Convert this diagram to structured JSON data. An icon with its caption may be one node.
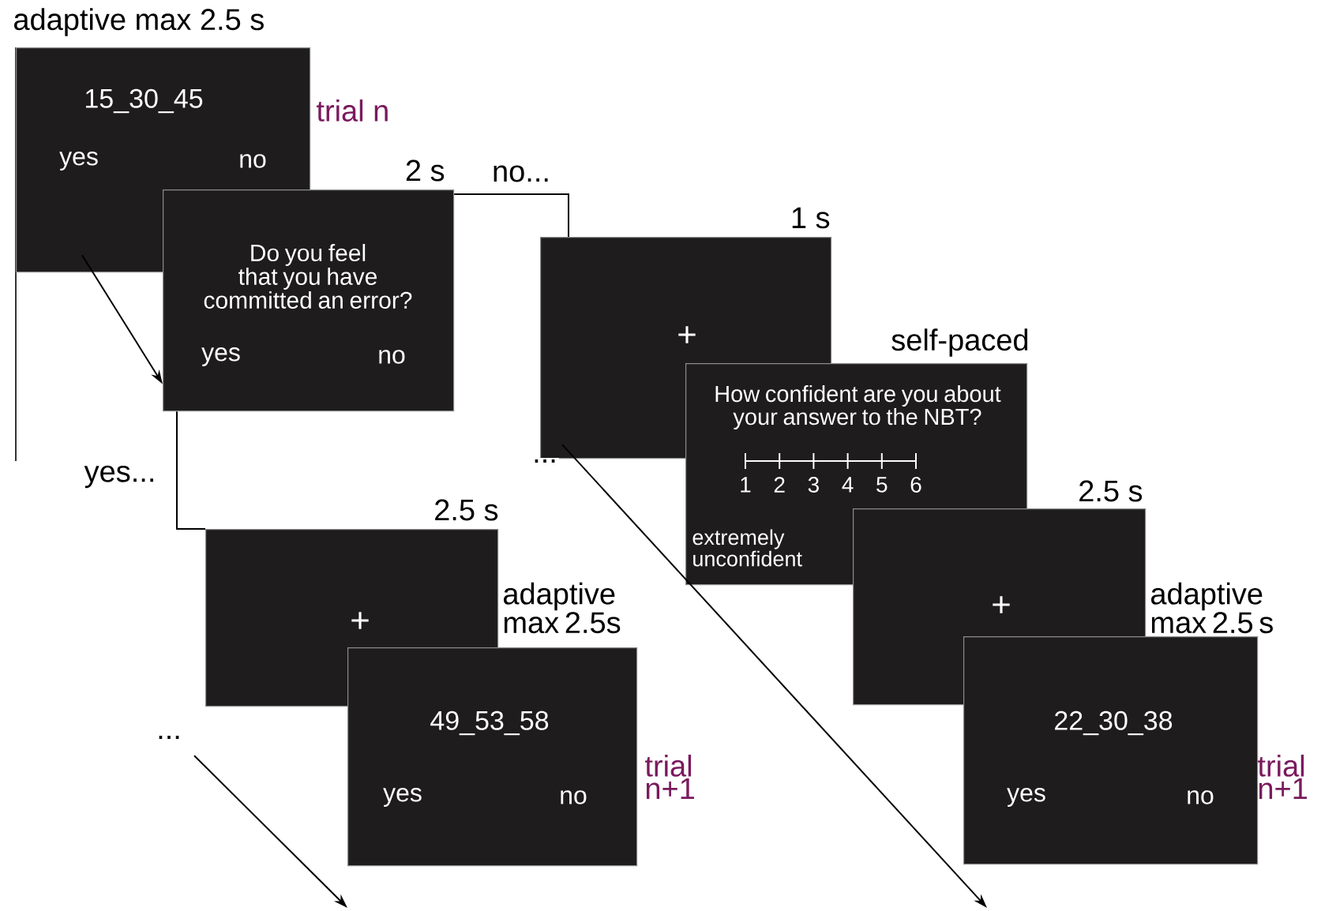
{
  "diagram": {
    "nodes": [
      {
        "text": [
          "15_30_45",
          "yes",
          "no"
        ],
        "beside": [
          "adaptive max 2.5 s",
          "trial n"
        ]
      },
      {
        "text": [
          "Do you feel that you have committed an error?",
          "yes",
          "no"
        ],
        "beside": [
          "2 s"
        ]
      },
      {
        "text": [
          "+"
        ],
        "beside": [
          "1 s"
        ]
      },
      {
        "text": [
          "How confident are you about your answer to the NBT?",
          "1",
          "2",
          "3",
          "4",
          "5",
          "6",
          "extremely unconfident"
        ],
        "beside": [
          "self-paced"
        ]
      },
      {
        "text": [
          "+"
        ],
        "beside": [
          "2.5 s"
        ]
      },
      {
        "text": [
          "49_53_58",
          "yes",
          "no"
        ],
        "beside": [
          "adaptive max 2.5s",
          "trial n+1"
        ]
      },
      {
        "text": [
          "+"
        ],
        "beside": [
          "2.5 s"
        ]
      },
      {
        "text": [
          "22_30_38",
          "yes",
          "no"
        ],
        "beside": [
          "adaptive max 2.5 s",
          "trial n+1"
        ]
      }
    ],
    "edges": [
      {
        "from": 0,
        "to": 1,
        "arrow": "to"
      },
      {
        "from": 1,
        "to": 2,
        "arrow": "none",
        "label": "no..."
      },
      {
        "from": 1,
        "to": 4,
        "arrow": "none",
        "label": "yes..."
      },
      {
        "from": 2,
        "to": null,
        "arrow": "to",
        "label": "..."
      },
      {
        "from": 4,
        "to": null,
        "arrow": "to",
        "label": "..."
      }
    ]
  }
}
